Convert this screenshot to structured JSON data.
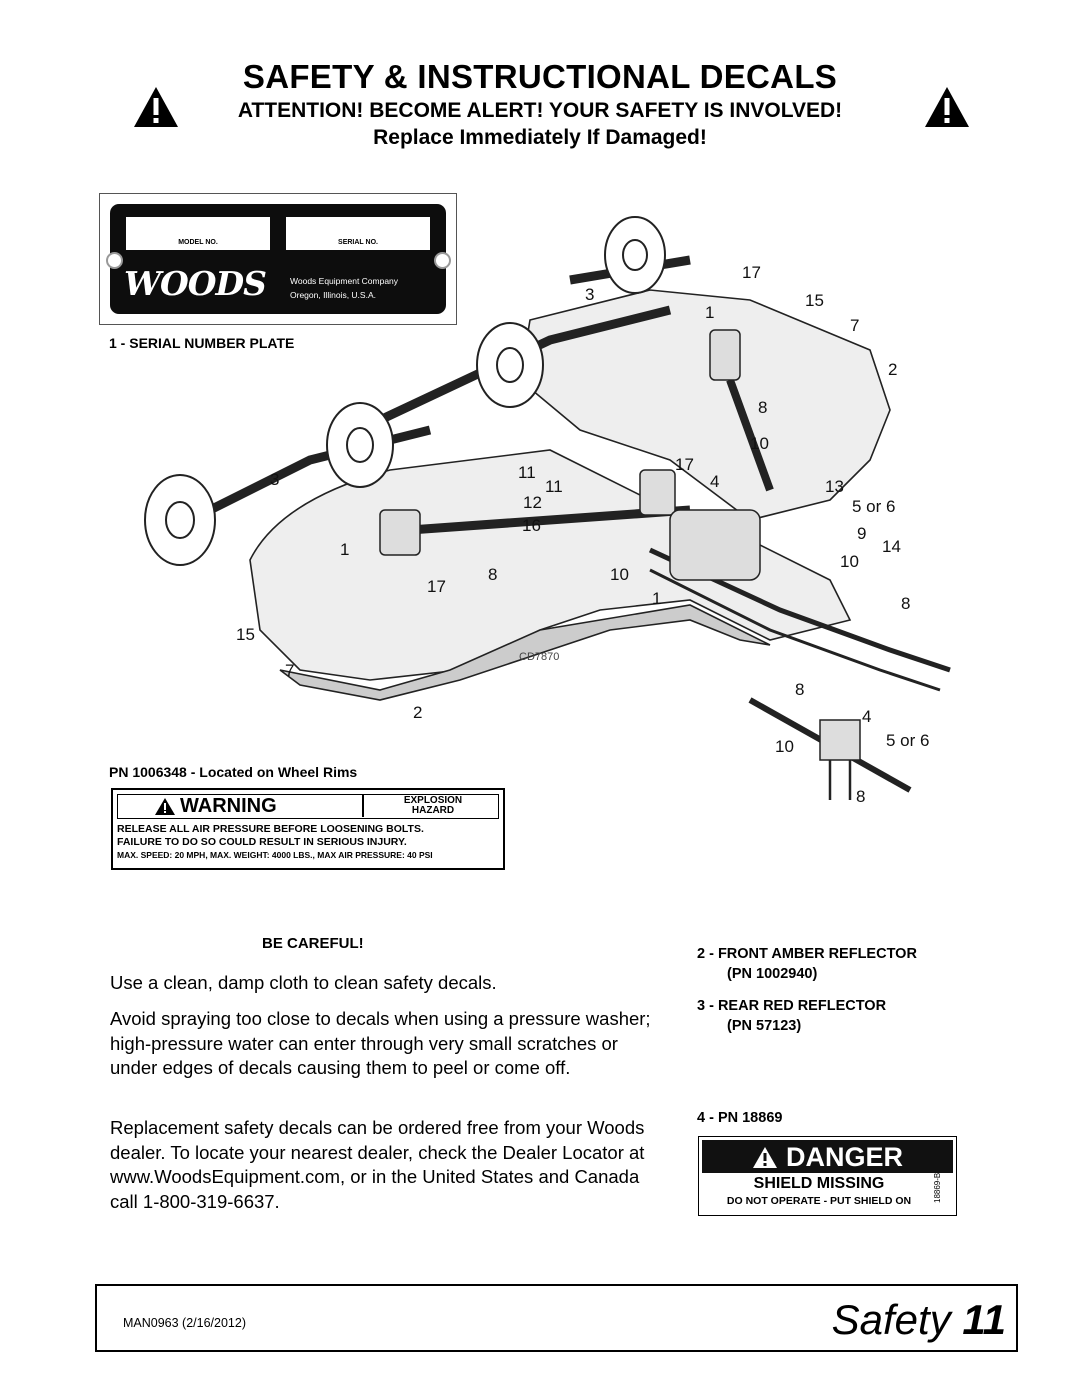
{
  "header": {
    "title": "SAFETY & INSTRUCTIONAL DECALS",
    "attention": "ATTENTION! BECOME ALERT! YOUR SAFETY IS INVOLVED!",
    "replace": "Replace Immediately If Damaged!"
  },
  "serial_plate": {
    "model_label": "MODEL NO.",
    "serial_label": "SERIAL NO.",
    "logo": "WOODS",
    "company": "Woods Equipment Company",
    "location": "Oregon, Illinois, U.S.A.",
    "caption": "1  -  SERIAL NUMBER PLATE"
  },
  "figure": {
    "drawing_id": "CD7870",
    "callouts": [
      "17",
      "3",
      "1",
      "15",
      "7",
      "2",
      "8",
      "10",
      "17",
      "11",
      "11",
      "12",
      "16",
      "4",
      "13",
      "5 or 6",
      "9",
      "14",
      "10",
      "8",
      "3",
      "1",
      "17",
      "8",
      "10",
      "1",
      "15",
      "7",
      "2",
      "8",
      "4",
      "10",
      "5 or 6",
      "8"
    ]
  },
  "wheel_decal": {
    "caption": "PN 1006348 - Located on Wheel Rims",
    "signal_word": "WARNING",
    "hazard_line1": "EXPLOSION",
    "hazard_line2": "HAZARD",
    "line1": "RELEASE ALL AIR PRESSURE BEFORE LOOSENING BOLTS.",
    "line2": "FAILURE TO DO SO COULD RESULT IN SERIOUS INJURY.",
    "line3": "MAX. SPEED: 20 MPH, MAX. WEIGHT: 4000 LBS., MAX AIR PRESSURE: 40 PSI"
  },
  "body": {
    "be_careful": "BE CAREFUL!",
    "para1": "Use a clean, damp cloth to clean safety decals.",
    "para2": "Avoid spraying too close to decals when using a pressure washer; high-pressure water can enter through very small scratches or under edges of decals causing them to peel or come off.",
    "para3": "Replacement safety decals can be ordered free from your Woods dealer. To locate your nearest dealer, check the Dealer Locator at www.WoodsEquipment.com, or in the United States and Canada call 1-800-319-6637."
  },
  "decal_list": {
    "item2_line1": "2 -  FRONT AMBER REFLECTOR",
    "item2_line2": "(PN 1002940)",
    "item3_line1": "3 -  REAR RED REFLECTOR",
    "item3_line2": "(PN 57123)",
    "item4": "4 - PN 18869"
  },
  "danger_decal": {
    "signal_word": "DANGER",
    "line1": "SHIELD MISSING",
    "line2": "DO NOT OPERATE - PUT SHIELD ON",
    "code": "18869-B"
  },
  "footer": {
    "manual": "MAN0963 (2/16/2012)",
    "section": "Safety",
    "page": "11"
  }
}
